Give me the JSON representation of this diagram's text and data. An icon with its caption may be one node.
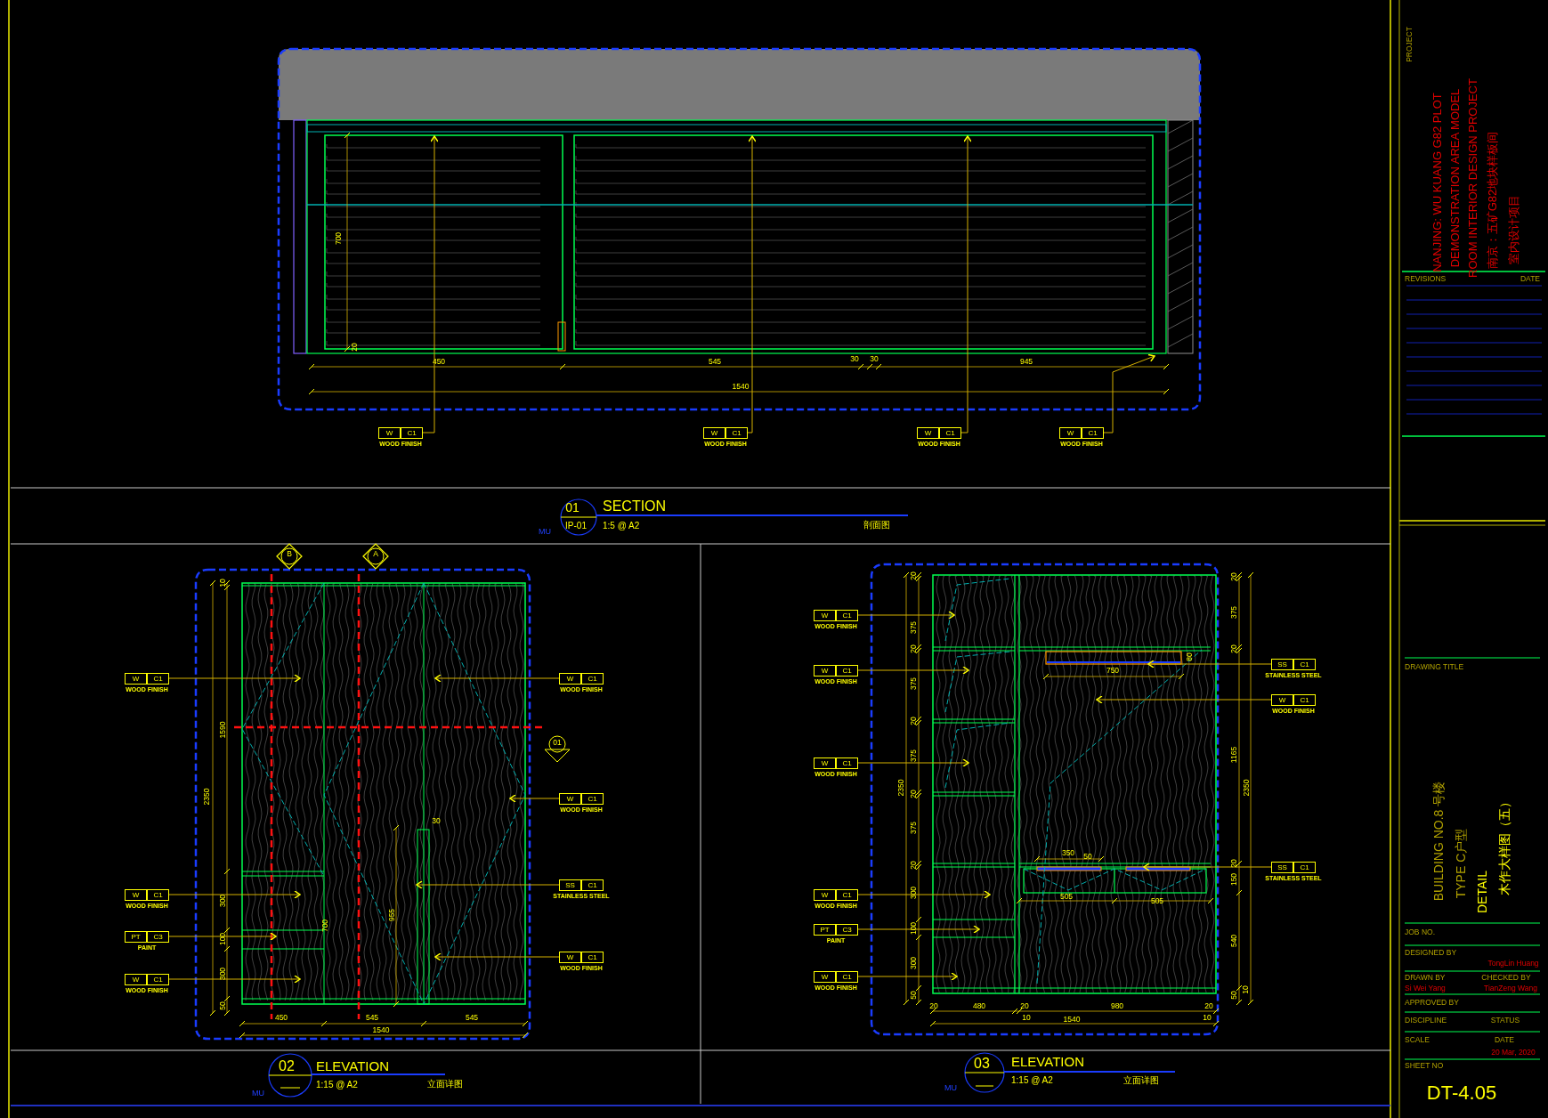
{
  "diagram": {
    "nodes": [
      {
        "text": [
          "W",
          "C1",
          "WOOD FINISH"
        ]
      },
      {
        "text": [
          "W",
          "C1",
          "WOOD FINISH"
        ]
      },
      {
        "text": [
          "W",
          "C1",
          "WOOD FINISH"
        ]
      },
      {
        "text": [
          "W",
          "C1",
          "WOOD FINISH"
        ]
      },
      {
        "text": [
          "W",
          "C1",
          "WOOD FINISH"
        ]
      },
      {
        "text": [
          "W",
          "C1",
          "WOOD FINISH"
        ]
      },
      {
        "text": [
          "PT",
          "C3",
          "PAINT"
        ]
      },
      {
        "text": [
          "W",
          "C1",
          "WOOD FINISH"
        ]
      },
      {
        "text": [
          "W",
          "C1",
          "WOOD FINISH"
        ]
      },
      {
        "text": [
          "W",
          "C1",
          "WOOD FINISH"
        ]
      },
      {
        "text": [
          "SS",
          "C1",
          "STAINLESS STEEL"
        ]
      },
      {
        "text": [
          "W",
          "C1",
          "WOOD FINISH"
        ]
      },
      {
        "text": [
          "W",
          "C1",
          "WOOD FINISH"
        ]
      },
      {
        "text": [
          "W",
          "C1",
          "WOOD FINISH"
        ]
      },
      {
        "text": [
          "W",
          "C1",
          "WOOD FINISH"
        ]
      },
      {
        "text": [
          "W",
          "C1",
          "WOOD FINISH"
        ]
      },
      {
        "text": [
          "PT",
          "C3",
          "PAINT"
        ]
      },
      {
        "text": [
          "W",
          "C1",
          "WOOD FINISH"
        ]
      },
      {
        "text": [
          "SS",
          "C1",
          "STAINLESS STEEL"
        ]
      },
      {
        "text": [
          "W",
          "C1",
          "WOOD FINISH"
        ]
      },
      {
        "text": [
          "SS",
          "C1",
          "STAINLESS STEEL"
        ]
      }
    ],
    "edges": [
      {
        "from": 0,
        "to": null,
        "arrow": "to"
      },
      {
        "from": 1,
        "to": null,
        "arrow": "to"
      },
      {
        "from": 2,
        "to": null,
        "arrow": "to"
      },
      {
        "from": 3,
        "to": null,
        "arrow": "to"
      },
      {
        "from": 4,
        "to": null,
        "arrow": "to"
      },
      {
        "from": 5,
        "to": null,
        "arrow": "to"
      },
      {
        "from": 6,
        "to": null,
        "arrow": "to"
      },
      {
        "from": 7,
        "to": null,
        "arrow": "to"
      },
      {
        "from": 8,
        "to": null,
        "arrow": "to"
      },
      {
        "from": 9,
        "to": null,
        "arrow": "to"
      },
      {
        "from": 10,
        "to": null,
        "arrow": "to"
      },
      {
        "from": 11,
        "to": null,
        "arrow": "to"
      },
      {
        "from": 12,
        "to": null,
        "arrow": "to"
      },
      {
        "from": 13,
        "to": null,
        "arrow": "to"
      },
      {
        "from": 14,
        "to": null,
        "arrow": "to"
      },
      {
        "from": 15,
        "to": null,
        "arrow": "to"
      },
      {
        "from": 16,
        "to": null,
        "arrow": "to"
      },
      {
        "from": 17,
        "to": null,
        "arrow": "to"
      },
      {
        "from": 18,
        "to": null,
        "arrow": "to"
      },
      {
        "from": 19,
        "to": null,
        "arrow": "to"
      },
      {
        "from": 20,
        "to": null,
        "arrow": "to"
      }
    ],
    "labels": [
      "700",
      "20",
      "450",
      "545",
      "30",
      "30",
      "945",
      "1540",
      "01",
      "IP-01",
      "SECTION",
      "1:5 @ A2",
      "剖面图",
      "MU",
      "B",
      "A",
      "01",
      "10",
      "1590",
      "2350",
      "300",
      "100",
      "700",
      "300",
      "50",
      "955",
      "30",
      "450",
      "545",
      "545",
      "1540",
      "02",
      "ELEVATION",
      "1:15 @ A2",
      "立面详图",
      "MU",
      "20",
      "375",
      "20",
      "375",
      "20",
      "375",
      "20",
      "375",
      "20",
      "300",
      "100",
      "300",
      "50",
      "2350",
      "20",
      "375",
      "20",
      "1165",
      "2350",
      "20",
      "150",
      "540",
      "50",
      "10",
      "750",
      "80",
      "350",
      "50",
      "505",
      "505",
      "20",
      "480",
      "20",
      "980",
      "20",
      "10",
      "1540",
      "10",
      "03",
      "ELEVATION",
      "1:15 @ A2",
      "立面详图",
      "MU",
      "PROJECT",
      "NANJING: WU KUANG G82 PLOT",
      "DEMONSTRATION AREA MODEL",
      "ROOM INTERIOR DESIGN PROJECT",
      "南京：五矿G82地块样板间",
      "室内设计项目",
      "REVISIONS",
      "DATE",
      "DRAWING TITLE",
      "BUILDING NO.8 号楼",
      "TYPE  C户型",
      "DETAIL",
      "木作大样图（五）",
      "JOB NO.",
      "DESIGNED BY",
      "TongLin Huang",
      "DRAWN BY",
      "CHECKED BY",
      "Si Wei Yang",
      "TianZeng Wang",
      "APPROVED BY",
      "DISCIPLINE",
      "STATUS",
      "SCALE",
      "DATE",
      "20 Mar, 2020",
      "SHEET NO",
      "DT-4.05"
    ]
  }
}
